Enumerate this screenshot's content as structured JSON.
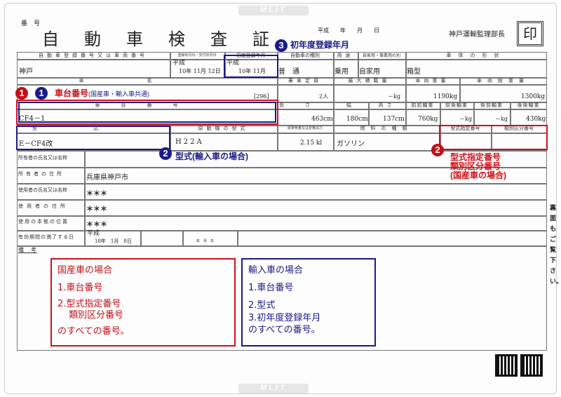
{
  "watermark": "MLIT",
  "header": {
    "number_label": "番　号",
    "title": "自　動　車　検　査　証",
    "era_date": "平成　　年　　月　　日",
    "issuer": "神戸運輸監理部長",
    "seal": "印"
  },
  "labels": {
    "reg_no": "自動車登録番号又は車両番号",
    "reg_date": "登録年月日／交付年月日",
    "first_reg": "初度登録年月",
    "kind": "自動車の種別",
    "use": "用途",
    "private_business": "自家用・事業用の別",
    "body_shape": "車体の形状",
    "car_name": "車名",
    "capacity": "乗車定員",
    "max_load": "最大積載量",
    "weight": "車両重量",
    "gross_weight": "車両総重量",
    "chassis_no": "車台番号",
    "length": "長さ",
    "width": "幅",
    "height": "高さ",
    "ff_axle": "前前軸重",
    "fr_axle": "前後軸重",
    "rf_axle": "後前軸重",
    "rr_axle": "後後軸重",
    "model": "型式",
    "engine_model": "原動機の型式",
    "displacement": "総排気量又は定格出力",
    "fuel": "燃料の種類",
    "model_designation": "型式指定番号",
    "category_no": "類別区分番号",
    "owner_name": "所有者の氏名又は名称",
    "owner_address": "所有者の住所",
    "user_name": "使用者の氏名又は名称",
    "user_address": "使用者の住所",
    "base_location": "使用の本拠の位置",
    "expiry": "有効期間の満了する日",
    "remarks": "備　考"
  },
  "values": {
    "reg_no": "神戸",
    "reg_date_era": "平成",
    "reg_date": "10年 11月 12日",
    "first_reg_era": "平成",
    "first_reg": "10年 11月",
    "kind": "普　通",
    "use": "乗用",
    "private_business": "自家用",
    "body_shape": "箱型",
    "code": "[296]",
    "capacity": "2人",
    "max_load": "－kg",
    "weight": "1190kg",
    "gross_weight": "1300kg",
    "chassis_no": "CF4－1",
    "length": "463cm",
    "width": "180cm",
    "height": "137cm",
    "ff_axle": "760kg",
    "fr_axle": "－kg",
    "rf_axle": "－kg",
    "rr_axle": "430kg",
    "model": "E－CF4改",
    "engine_model": "H22A",
    "displacement": "2.15 kl",
    "fuel": "ガソリン",
    "owner_address": "兵庫県神戸市",
    "user_name": "＊＊＊",
    "user_address": "＊＊＊",
    "base_location": "＊＊＊",
    "expiry_era": "平成",
    "expiry": "18年　1月　8日",
    "expiry2": "年　月　日"
  },
  "annotations": {
    "n1": "1",
    "n2": "2",
    "n3": "3",
    "chassis_title": "車台番号",
    "chassis_sub": "(国産車・輸入車共通)",
    "first_reg_title": "初年度登録年月",
    "model_import": "型式(輸入車の場合)",
    "domestic_lines": [
      "型式指定番号",
      "類別区分番号",
      "(国産車の場合)"
    ]
  },
  "domestic_box": {
    "title": "国産車の場合",
    "items": [
      "1.車台番号",
      "2.型式指定番号",
      "類別区分番号",
      "のすべての番号。"
    ]
  },
  "import_box": {
    "title": "輸入車の場合",
    "items": [
      "1.車台番号",
      "2.型式",
      "3.初年度登録年月",
      "のすべての番号。"
    ]
  },
  "side_note": "裏面もご覧下さい。",
  "colors": {
    "red": "#d0101a",
    "blue": "#1a1a8a"
  }
}
